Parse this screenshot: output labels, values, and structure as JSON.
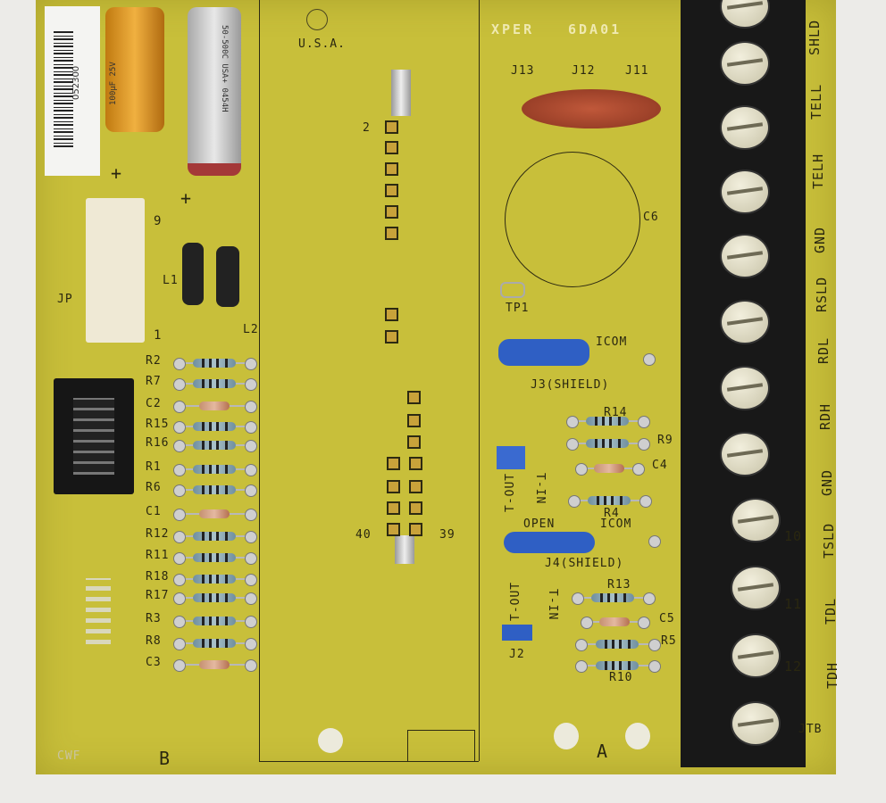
{
  "label": {
    "barcode_number": "052300"
  },
  "capacitors_top": {
    "left": {
      "text": "100µF 25V",
      "polarity": "+"
    },
    "right": {
      "text": "50-500C USA+ 0454H",
      "polarity": "+"
    }
  },
  "board": {
    "logo_text": "U.S.A.",
    "part_number_prefix": "XPER",
    "part_number": "6DA01",
    "section_b": "B",
    "section_a": "A",
    "corner_mark": "CWF",
    "connector_jp": "JP",
    "jp_pin_9": "9",
    "jp_pin_1": "1",
    "inductor_l1": "L1",
    "inductor_l2": "L2",
    "header_pin_2": "2",
    "header_pin_40": "40",
    "header_pin_39": "39",
    "j13": "J13",
    "j12": "J12",
    "j11": "J11",
    "c6": "C6",
    "tp1": "TP1",
    "icom_1": "ICOM",
    "j3": "J3(SHIELD)",
    "t_out_1": "T-OUT",
    "t_in_1": "T-IN",
    "open": "OPEN",
    "icom_2": "ICOM",
    "j4": "J4(SHIELD)",
    "t_out_2": "T-OUT",
    "t_in_2": "T-IN",
    "j2": "J2",
    "jtb": "JTB"
  },
  "left_components": [
    "R2",
    "R7",
    "C2",
    "R15",
    "R16",
    "R1",
    "R6",
    "C1",
    "R12",
    "R11",
    "R18",
    "R17",
    "R3",
    "R8",
    "C3"
  ],
  "right_components": [
    "R14",
    "R9",
    "C4",
    "R4",
    "R13",
    "C5",
    "R5",
    "R10"
  ],
  "terminal_labels": [
    "SHLD",
    "TELL",
    "TELH",
    "GND",
    "RSLD",
    "RDL",
    "RDH",
    "GND",
    "TSLD",
    "TDL",
    "TDH"
  ],
  "terminal_numbers": [
    "10",
    "11",
    "12"
  ],
  "colors": {
    "board": "#c8bf3a",
    "terminal_block": "#181818",
    "shunt_blue": "#2f5fc4",
    "disc_cap": "#a8452a"
  }
}
